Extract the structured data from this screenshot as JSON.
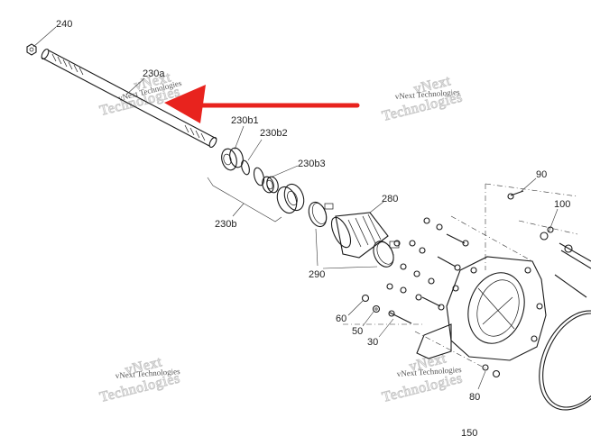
{
  "callouts": {
    "c240": "240",
    "c230a": "230a",
    "c230b1": "230b1",
    "c230b2": "230b2",
    "c230b3": "230b3",
    "c230b": "230b",
    "c280": "280",
    "c290": "290",
    "c90": "90",
    "c100": "100",
    "c60": "60",
    "c50": "50",
    "c30": "30",
    "c80": "80",
    "c150": "150"
  },
  "watermark": {
    "small": "vNext Technologies",
    "big_top": "vNext",
    "big_bottom": "Technologies"
  },
  "colors": {
    "arrow": "#e8231e",
    "line": "#1a1a1a",
    "watermark": "#c7c7c7"
  }
}
